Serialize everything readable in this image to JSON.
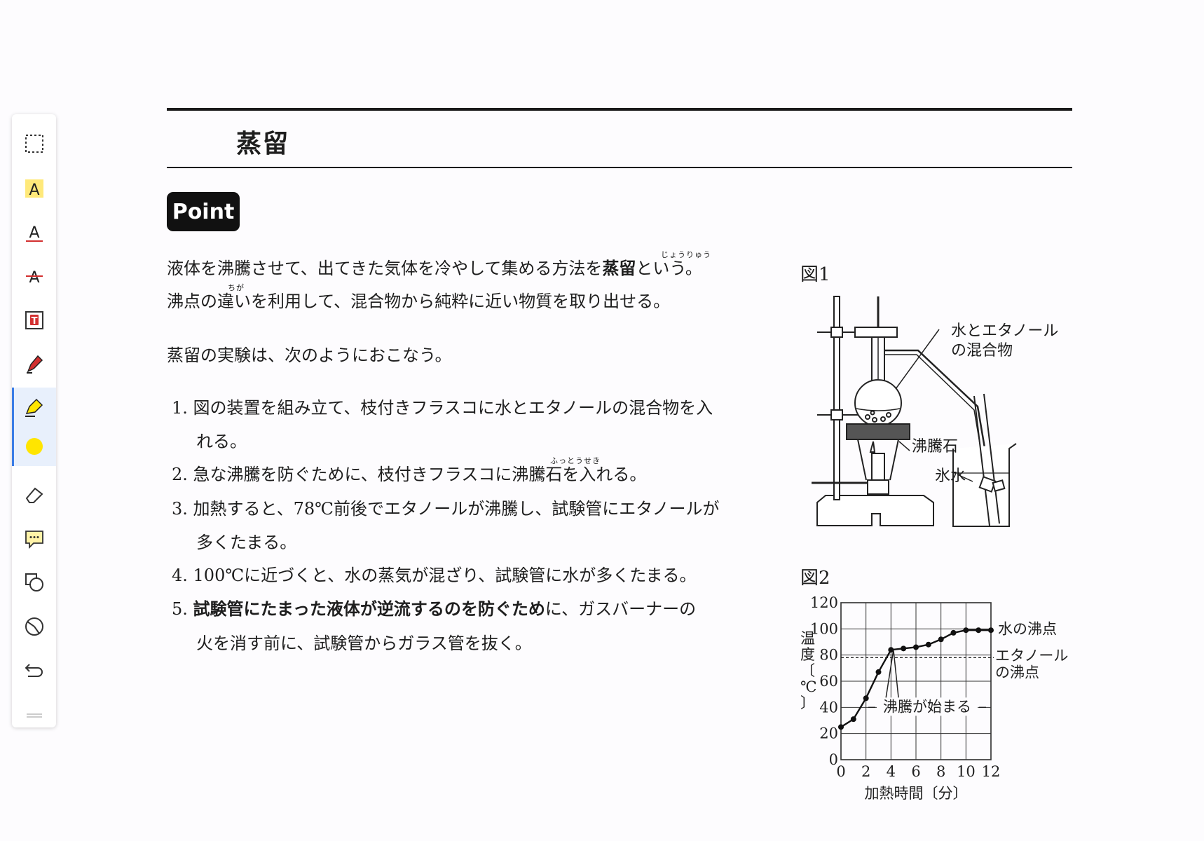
{
  "toolbar": {
    "tools": [
      {
        "name": "selection-icon"
      },
      {
        "name": "text-highlight-icon"
      },
      {
        "name": "text-underline-icon"
      },
      {
        "name": "text-strikethrough-icon"
      },
      {
        "name": "text-box-icon"
      },
      {
        "name": "pen-icon"
      },
      {
        "name": "highlighter-icon",
        "active": true
      },
      {
        "name": "color-swatch-icon",
        "color": "#ffe500"
      },
      {
        "name": "eraser-icon"
      },
      {
        "name": "comment-icon"
      },
      {
        "name": "shape-icon"
      },
      {
        "name": "lasso-icon"
      },
      {
        "name": "undo-icon"
      }
    ]
  },
  "colors": {
    "accent": "#3a7de6",
    "highlight": "#ffe500",
    "pen": "#d32f2f"
  },
  "page": {
    "title": "蒸留",
    "badge": "Point",
    "intro1_a": "液体を沸騰させて、出てきた気体を冷やして集める方法を",
    "intro1_b": "蒸留",
    "intro1_c": "という。",
    "intro1_ruby": "じょうりゅう",
    "intro2": "沸点の違いを利用して、混合物から純粋に近い物質を取り出せる。",
    "intro2_ruby": "ちが",
    "lead": "蒸留の実験は、次のようにおこなう。",
    "steps": {
      "s1a": "1. 図の装置を組み立て、枝付きフラスコに水とエタノールの混合物を入",
      "s1b": "れる。",
      "s2": "2. 急な沸騰を防ぐために、枝付きフラスコに沸騰石を入れる。",
      "s2_ruby": "ふっとうせき",
      "s3a": "3. 加熱すると、78℃前後でエタノールが沸騰し、試験管にエタノールが",
      "s3b": "多くたまる。",
      "s4": "4. 100℃に近づくと、水の蒸気が混ざり、試験管に水が多くたまる。",
      "s5a_num": "5.",
      "s5a_bold": "試験管にたまった液体が逆流するのを防ぐため",
      "s5a_rest": "に、ガスバーナーの",
      "s5b": "火を消す前に、試験管からガラス管を抜く。"
    },
    "fig1": {
      "label": "図1",
      "callout_mixture": "水とエタノール",
      "callout_mixture2": "の混合物",
      "callout_stone": "沸騰石",
      "callout_ice": "氷水"
    },
    "fig2": {
      "label": "図2",
      "ylabel": "温度〔℃〕",
      "xlabel": "加熱時間〔分〕",
      "water_bp": "水の沸点",
      "ethanol_bp_1": "エタノール",
      "ethanol_bp_2": "の沸点",
      "boil_start": "沸騰が始まる"
    }
  },
  "chart_data": {
    "type": "line",
    "title": "",
    "xlabel": "加熱時間〔分〕",
    "ylabel": "温度〔℃〕",
    "xlim": [
      0,
      12
    ],
    "ylim": [
      0,
      120
    ],
    "xticks": [
      0,
      2,
      4,
      6,
      8,
      10,
      12
    ],
    "yticks": [
      0,
      20,
      40,
      60,
      80,
      100,
      120
    ],
    "grid": true,
    "x": [
      0,
      1,
      2,
      3,
      4,
      5,
      6,
      7,
      8,
      9,
      10,
      11,
      12
    ],
    "y": [
      25,
      31,
      47,
      67,
      84,
      85,
      86,
      88,
      92,
      97,
      99,
      99,
      99
    ],
    "reference_lines": [
      {
        "y": 78,
        "style": "dashed",
        "label": "エタノールの沸点"
      }
    ],
    "annotations": [
      "水の沸点",
      "沸騰が始まる"
    ]
  }
}
